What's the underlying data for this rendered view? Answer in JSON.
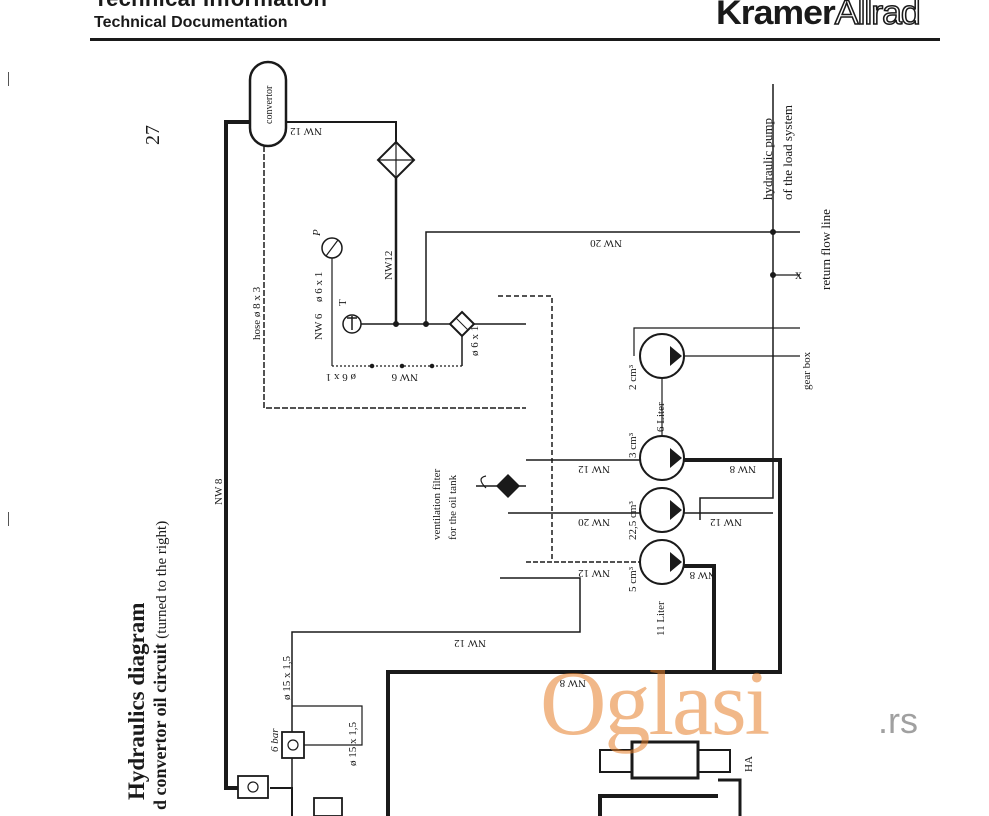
{
  "header": {
    "title": "Technical Information",
    "subtitle": "Technical Documentation",
    "brand_left": "Kramer",
    "brand_right": "Allrad"
  },
  "page_number": "27",
  "side_title": "Hydraulics diagram",
  "side_subtitle": "d convertor oil circuit",
  "side_note": "(turned to the right)",
  "labels": {
    "convertor": "convertor",
    "hydraulic_pump": "hydraulic pump",
    "of_load_system": "of the load system",
    "return_flow": "return flow line",
    "gear_box": "gear box",
    "ventilation_1": "ventilation filter",
    "ventilation_2": "for the oil tank",
    "hose": "hose ø 8 x 3",
    "nw12_top": "NW 12",
    "nw12_vert": "NW12",
    "nw20_top": "NW 20",
    "nw6_vert": "NW 6",
    "d6x1_vert": "ø 6 x 1",
    "nw6_horiz": "NW 6",
    "d6x1_horiz": "ø 6 x 1",
    "d6x1_filter": "ø 6 x 1",
    "nw8_left": "NW 8",
    "nw12_p3": "NW 12",
    "nw20_p2": "NW 20",
    "nw12_p1": "NW 12",
    "nw8_right": "NW 8",
    "nw12_right": "NW 12",
    "nw8_bottom": "NW 8",
    "nw12_mid": "NW 12",
    "nw8_lower": "NW 8",
    "p1_disp": "3 cm³",
    "p1_vol": "6 Liter",
    "p2_disp": "22,5 cm³",
    "p3_disp": "5 cm³",
    "p3_vol": "11 Liter",
    "p4_disp": "2 cm³",
    "d15_a": "ø 15 x 1,5",
    "d15_b": "ø 15 x 1,5",
    "bar6": "6 bar",
    "ha": "HA",
    "p_symbol": "P",
    "t_symbol": "T",
    "x_mark": "x"
  },
  "watermark": {
    "text": "Oglasi",
    "suffix": ".rs",
    "color": "#E67E28"
  }
}
